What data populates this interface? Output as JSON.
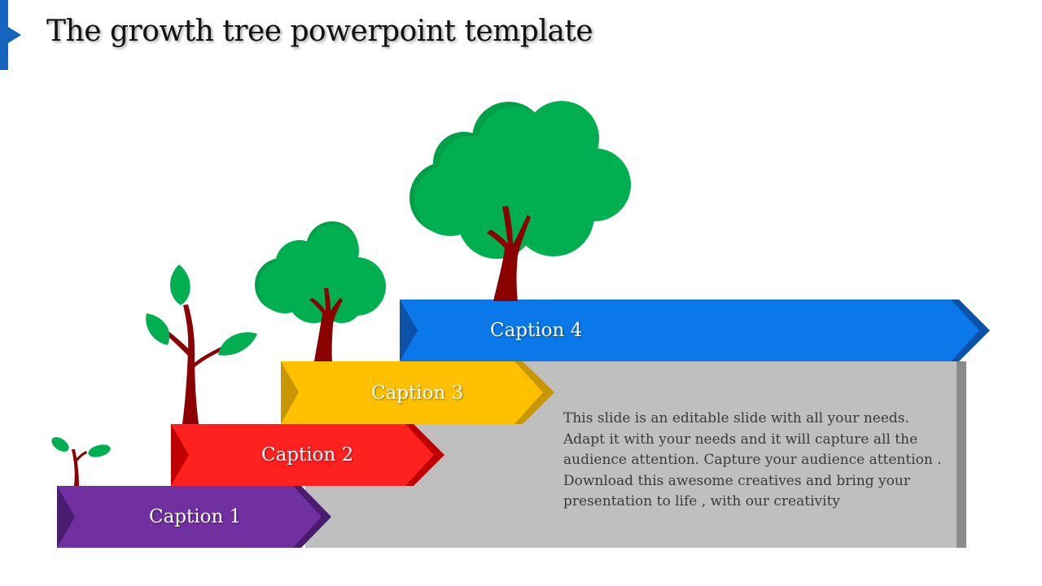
{
  "slide": {
    "title": "The growth tree powerpoint template",
    "description": "This slide is an editable slide with all your needs. Adapt it with your needs and it will capture all the audience attention. Capture your audience attention . Download this awesome creatives and bring your presentation to life , with our creativity"
  },
  "steps": [
    {
      "label": "Caption 1",
      "color": "#7030a0",
      "shade": "#4a1c70"
    },
    {
      "label": "Caption 2",
      "color": "#ff2020",
      "shade": "#c00000"
    },
    {
      "label": "Caption 3",
      "color": "#ffc000",
      "shade": "#c89600"
    },
    {
      "label": "Caption 4",
      "color": "#0a78e8",
      "shade": "#0b52a8"
    }
  ],
  "colors": {
    "accent": "#1565c0",
    "panel": "#bfbfbf",
    "panel_edge": "#8a8a8a",
    "leaf": "#00b050",
    "leaf_dark": "#00a048",
    "trunk": "#8b0000"
  }
}
